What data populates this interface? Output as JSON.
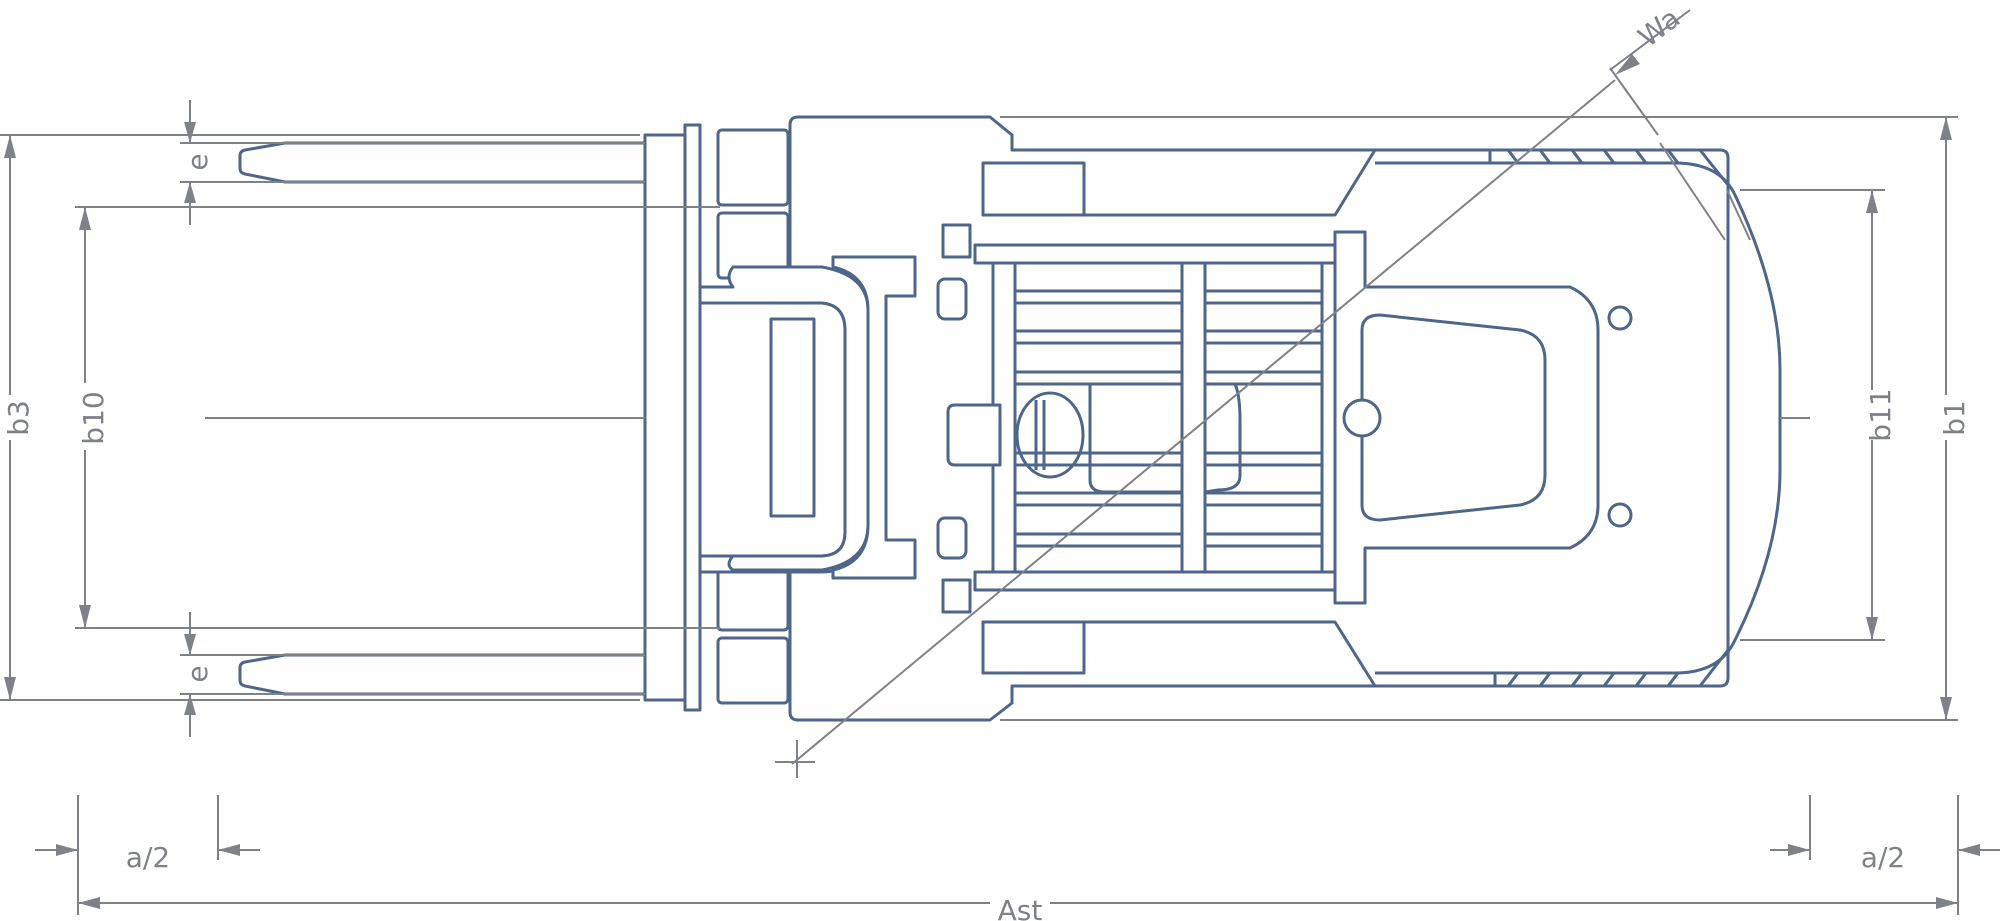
{
  "title": "Forklift top view dimensions",
  "colors": {
    "outline": "#4d6689",
    "dimension": "#7f8189"
  },
  "labels": {
    "b3": "b3",
    "b10": "b10",
    "e_top": "e",
    "e_bottom": "e",
    "b11": "b11",
    "b1": "b1",
    "wa": "Wa",
    "a2_left": "a/2",
    "a2_right": "a/2",
    "ast": "Ast"
  }
}
